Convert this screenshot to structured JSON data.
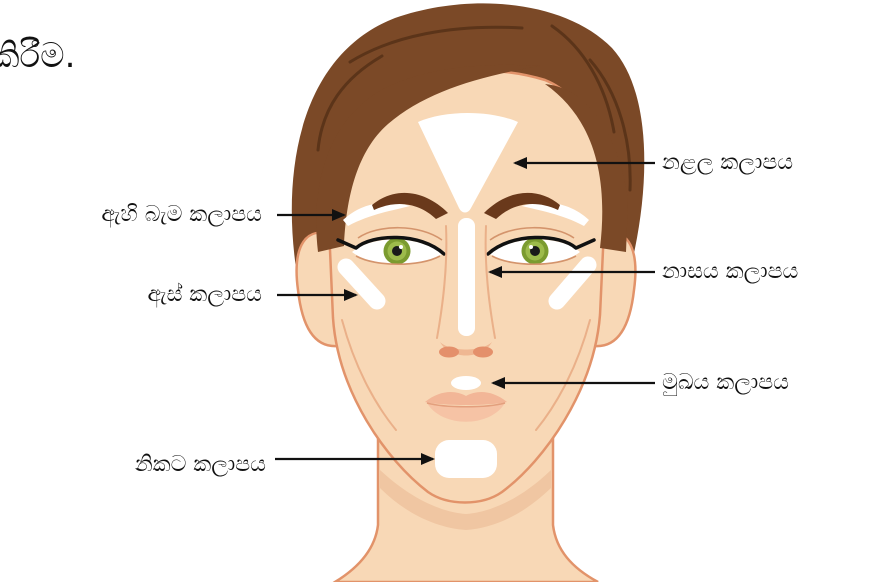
{
  "header": {
    "title_fragment": "කිරීම."
  },
  "zones": {
    "forehead_label": "නළල කලාපය",
    "eyebrow_label": "ඇහි බැම කලාපය",
    "nose_label": "නාසය කලාපය",
    "eye_label": "ඇස් කලාපය",
    "mouth_label": "මුඛය කලාපය",
    "chin_label": "නිකට කලාපය"
  },
  "colors": {
    "skin": "#f8d8b6",
    "skin_outline": "#e2936a",
    "hair": "#7b4927",
    "hair_dark": "#5b3419",
    "eyebrow": "#6a391b",
    "iris": "#7b9b2f",
    "highlight": "#ffffff",
    "lips": "#f2b697",
    "arrow": "#111111"
  }
}
